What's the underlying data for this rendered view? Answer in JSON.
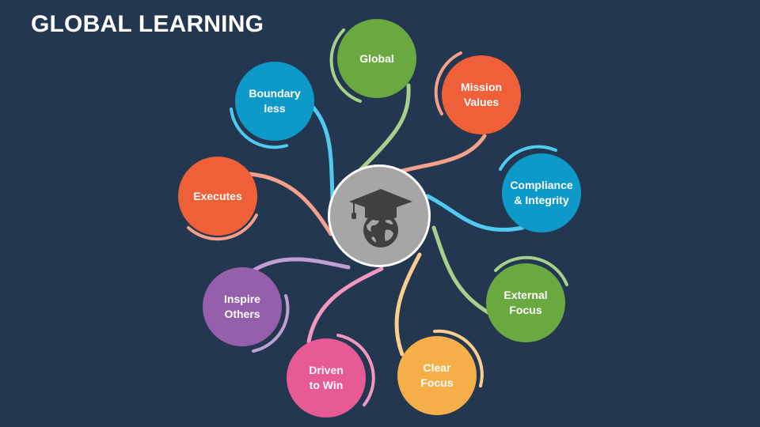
{
  "slide": {
    "title": "GLOBAL LEARNING",
    "background_color": "#243751"
  },
  "hub": {
    "icon": "graduation-cap-globe-icon",
    "fill_color": "#A6A6A6",
    "icon_color": "#404040"
  },
  "nodes": [
    {
      "id": "global",
      "line1": "Global",
      "line2": "",
      "color": "#6AA840",
      "accent": "#A6D18A"
    },
    {
      "id": "mission-values",
      "line1": "Mission",
      "line2": "Values",
      "color": "#EF6038",
      "accent": "#F4A08A"
    },
    {
      "id": "compliance-integrity",
      "line1": "Compliance",
      "line2": "& Integrity",
      "color": "#0E9AC9",
      "accent": "#4FCBF2"
    },
    {
      "id": "external-focus",
      "line1": "External",
      "line2": "Focus",
      "color": "#6AA840",
      "accent": "#A6D18A"
    },
    {
      "id": "clear-focus",
      "line1": "Clear",
      "line2": "Focus",
      "color": "#F6AE48",
      "accent": "#FBCE8E"
    },
    {
      "id": "driven-to-win",
      "line1": "Driven",
      "line2": "to Win",
      "color": "#E75A96",
      "accent": "#F197C0"
    },
    {
      "id": "inspire-others",
      "line1": "Inspire",
      "line2": "Others",
      "color": "#955FAB",
      "accent": "#C29FD2"
    },
    {
      "id": "executes",
      "line1": "Executes",
      "line2": "",
      "color": "#EF6038",
      "accent": "#F4A08A"
    },
    {
      "id": "boundary-less",
      "line1": "Boundary",
      "line2": "less",
      "color": "#0E9AC9",
      "accent": "#4FCBF2"
    }
  ]
}
